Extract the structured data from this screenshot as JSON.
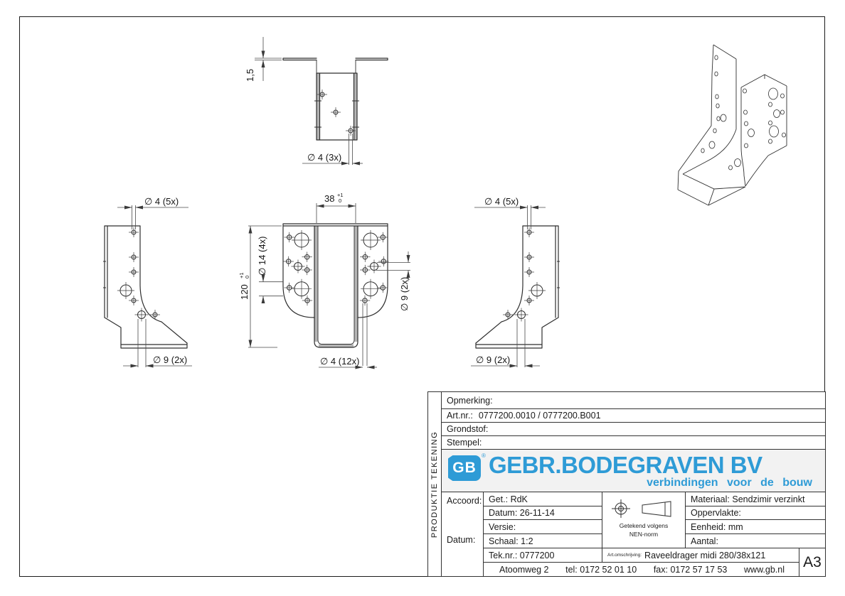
{
  "drawing": {
    "top_view": {
      "thickness": "1,5",
      "holes": "∅ 4 (3x)"
    },
    "left_view": {
      "holes_top": "∅ 4 (5x)",
      "holes_bottom": "∅ 9 (2x)"
    },
    "front_view": {
      "width": "38",
      "width_tol_upper": "+1",
      "width_tol_lower": "0",
      "height": "120",
      "height_tol_upper": "+1",
      "height_tol_lower": "0",
      "holes_14": "∅ 14 (4x)",
      "holes_9": "∅ 9 (2x)",
      "holes_4": "∅ 4 (12x)"
    },
    "right_view": {
      "holes_top": "∅ 4 (5x)",
      "holes_bottom": "∅ 9 (2x)"
    }
  },
  "title_block": {
    "side_label": "PRODUKTIE TEKENING",
    "opmerking_label": "Opmerking:",
    "artnr_label": "Art.nr.:",
    "artnr_value": "0777200.0010 / 0777200.B001",
    "grondstof_label": "Grondstof:",
    "stempel_label": "Stempel:",
    "logo": {
      "icon_text": "GB",
      "reg_mark": "®",
      "company": "GEBR.BODEGRAVEN BV",
      "tagline": "verbindingen voor de bouw",
      "blue": "#2e9bd6"
    },
    "accoord_label": "Accoord:",
    "datum_label": "Datum:",
    "getekend": "Get.: RdK",
    "datum_value": "Datum: 26-11-14",
    "versie": "Versie:",
    "schaal": "Schaal: 1:2",
    "teknr": "Tek.nr.: 0777200",
    "nen_line1": "Getekend volgens",
    "nen_line2": "NEN-norm",
    "materiaal": "Materiaal: Sendzimir verzinkt",
    "oppervlakte": "Oppervlakte:",
    "eenheid": "Eenheid: mm",
    "aantal": "Aantal:",
    "artoms_label": "Art.omschrijving:",
    "artoms_value": "Raveeldrager midi 280/38x121",
    "paper_size": "A3",
    "address": "Atoomweg 2",
    "tel": "tel: 0172 52 01 10",
    "fax": "fax: 0172 57 17 53",
    "web": "www.gb.nl"
  }
}
